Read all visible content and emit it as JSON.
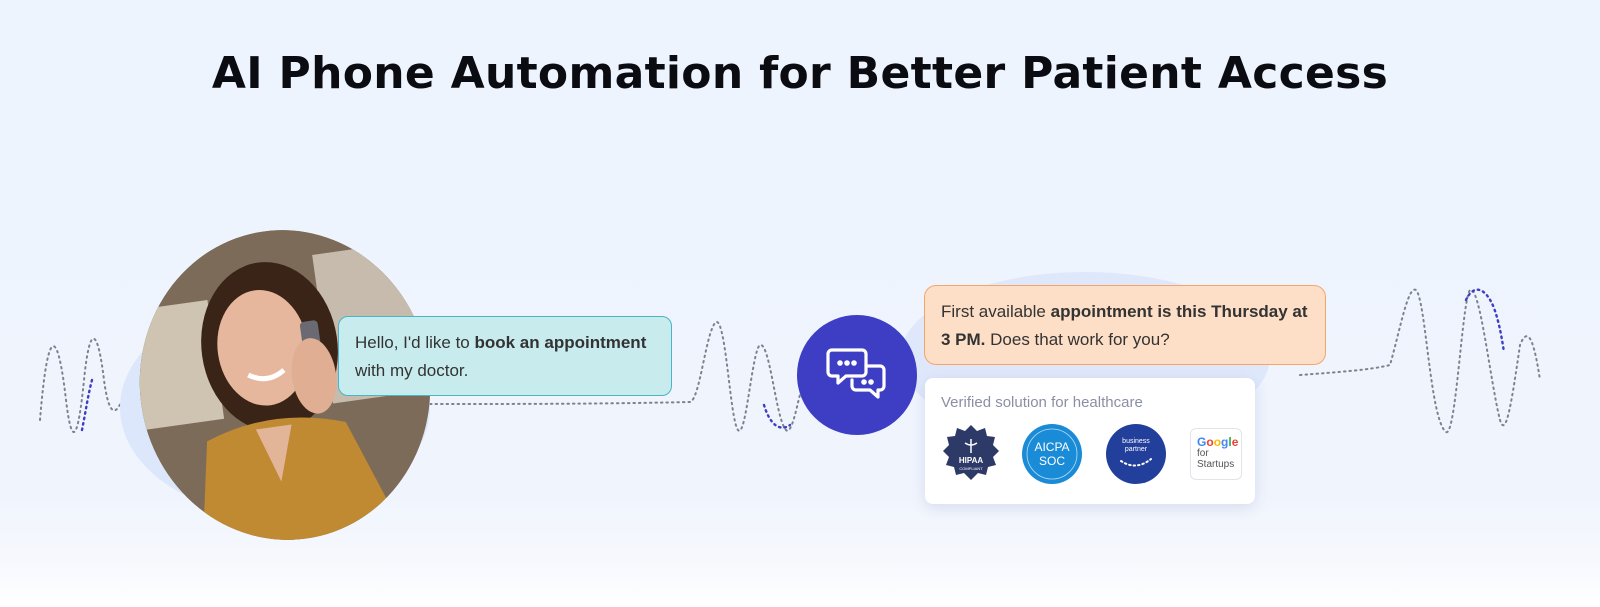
{
  "page": {
    "title": "AI Phone Automation for Better Patient Access"
  },
  "caller_message": {
    "prefix": "Hello, I'd like to ",
    "bold1": "book an appointment",
    "suffix": " with my doctor."
  },
  "ai_response": {
    "prefix": "First available ",
    "bold1": "appointment is this Thursday at 3 PM.",
    "suffix": " Does that work for you?"
  },
  "verified": {
    "title": "Verified solution for healthcare",
    "badges": [
      {
        "name": "hipaa-badge",
        "label": "HIPAA",
        "sublabel": "COMPLIANT"
      },
      {
        "name": "aicpa-soc-badge",
        "label": "AICPA",
        "sublabel": "SOC"
      },
      {
        "name": "business-partner-badge",
        "label": "business",
        "sublabel": "partner"
      },
      {
        "name": "google-for-startups-badge",
        "word": [
          "G",
          "o",
          "o",
          "g",
          "l",
          "e"
        ],
        "line2": "for",
        "line3": "Startups"
      }
    ]
  },
  "colors": {
    "accent": "#3d3ec4",
    "caller_bubble_bg": "#c8ebed",
    "caller_bubble_border": "#4ab5c4",
    "ai_bubble_bg": "#fddfc7",
    "ai_bubble_border": "#f4a66a"
  },
  "icons": {
    "chat": "chat-bubbles-icon"
  }
}
